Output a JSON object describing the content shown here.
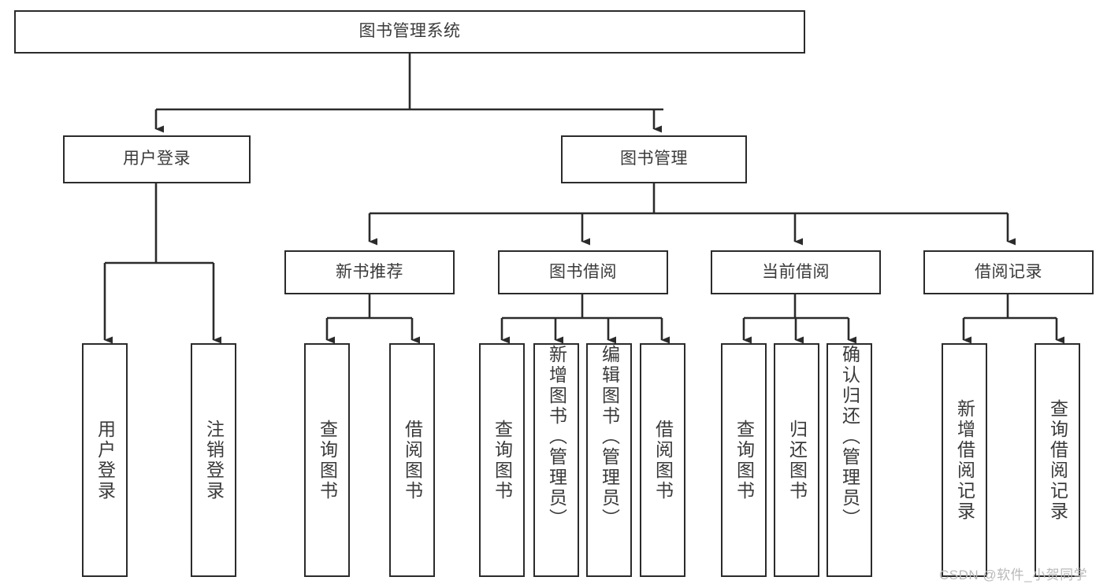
{
  "diagram": {
    "type": "tree-hierarchy",
    "title": "图书管理系统",
    "colors": {
      "box_border": "#2b2b2b",
      "box_fill": "#ffffff",
      "text": "#3a3a3a",
      "connector": "#2b2b2b",
      "background": "#ffffff",
      "watermark": "#b9b9b9"
    },
    "root": {
      "label": "图书管理系统"
    },
    "level2": [
      {
        "label": "用户登录"
      },
      {
        "label": "图书管理"
      }
    ],
    "level3": [
      {
        "label": "新书推荐"
      },
      {
        "label": "图书借阅"
      },
      {
        "label": "当前借阅"
      },
      {
        "label": "借阅记录"
      }
    ],
    "leaves": {
      "user_login": [
        {
          "label": "用户登录"
        },
        {
          "label": "注销登录"
        }
      ],
      "new_book_recommend": [
        {
          "label": "查询图书"
        },
        {
          "label": "借阅图书"
        }
      ],
      "book_borrow": [
        {
          "label": "查询图书"
        },
        {
          "label": "新增图书（管理员）"
        },
        {
          "label": "编辑图书（管理员）"
        },
        {
          "label": "借阅图书"
        }
      ],
      "current_borrow": [
        {
          "label": "查询图书"
        },
        {
          "label": "归还图书"
        },
        {
          "label": "确认归还（管理员）"
        }
      ],
      "borrow_record": [
        {
          "label": "新增借阅记录"
        },
        {
          "label": "查询借阅记录"
        }
      ]
    },
    "watermark": {
      "text": "CSDN @软件_小贺同学"
    }
  }
}
